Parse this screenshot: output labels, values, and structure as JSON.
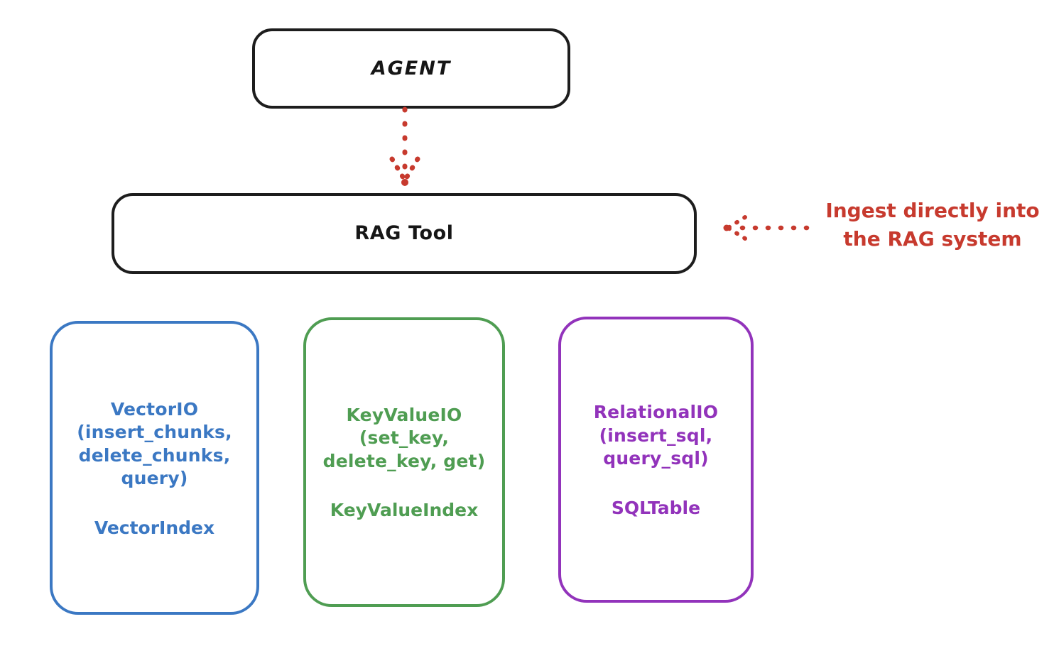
{
  "diagram": {
    "title": "RAG Tool architecture",
    "background": "#ffffff",
    "style": "hand-drawn"
  },
  "colors": {
    "black": "#1d1d1d",
    "blue": "#3b78c3",
    "green": "#4f9d52",
    "purple": "#9233bb",
    "red": "#c73a2e"
  },
  "nodes": {
    "agent": {
      "label": "AGENT",
      "color": "#1d1d1d"
    },
    "rag_tool": {
      "label": "RAG Tool",
      "color": "#1d1d1d"
    },
    "vector_io": {
      "label": "VectorIO\n(insert_chunks,\ndelete_chunks,\nquery)",
      "sublabel": "VectorIndex",
      "color": "#3b78c3"
    },
    "key_value_io": {
      "label": "KeyValueIO\n(set_key,\ndelete_key, get)",
      "sublabel": "KeyValueIndex",
      "color": "#4f9d52"
    },
    "relational_io": {
      "label": "RelationalIO\n(insert_sql,\nquery_sql)",
      "sublabel": "SQLTable",
      "color": "#9233bb"
    }
  },
  "connectors": {
    "agent_to_rag_tool": {
      "style": "dotted",
      "color": "#c73a2e",
      "direction": "down"
    },
    "ingest_arrow": {
      "style": "dotted",
      "color": "#c73a2e",
      "direction": "left"
    }
  },
  "annotations": {
    "ingest": {
      "text": "Ingest directly into\nthe RAG system",
      "color": "#c73a2e"
    }
  }
}
